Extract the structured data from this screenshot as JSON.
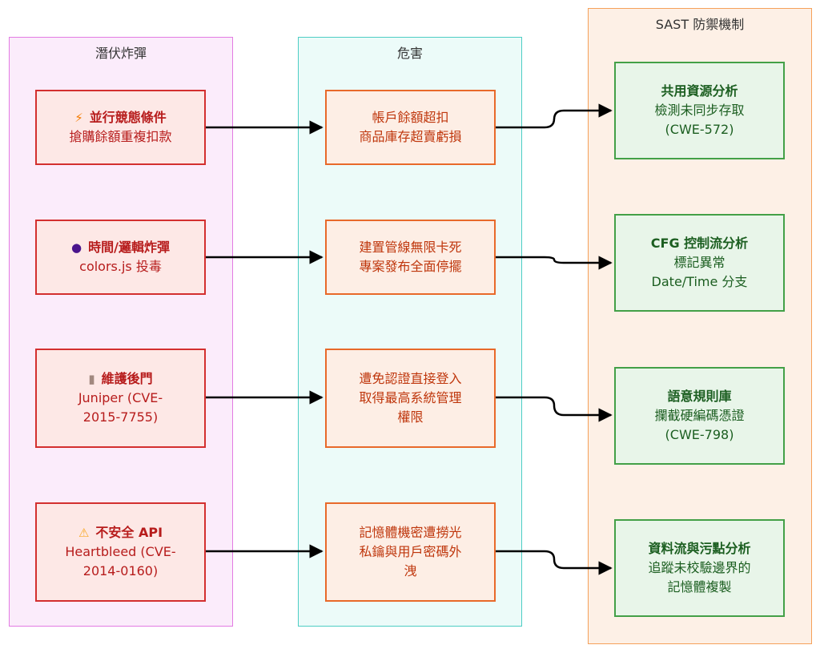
{
  "lanes": {
    "threats": "潛伏炸彈",
    "harm": "危害",
    "sast": "SAST 防禦機制"
  },
  "threats": [
    {
      "icon": "lightning-icon",
      "glyph": "⚡",
      "title": "並行競態條件",
      "lines": [
        "搶購餘額重複扣款"
      ]
    },
    {
      "icon": "bomb-icon",
      "glyph": "●",
      "title": "時間/邏輯炸彈",
      "lines": [
        "colors.js 投毒"
      ]
    },
    {
      "icon": "door-icon",
      "glyph": "▮",
      "title": "維護後門",
      "lines": [
        "Juniper (CVE-",
        "2015-7755)"
      ]
    },
    {
      "icon": "warning-icon",
      "glyph": "⚠",
      "title": "不安全 API",
      "lines": [
        "Heartbleed (CVE-",
        "2014-0160)"
      ]
    }
  ],
  "harms": [
    {
      "lines": [
        "帳戶餘額超扣",
        "商品庫存超賣虧損"
      ]
    },
    {
      "lines": [
        "建置管線無限卡死",
        "專案發布全面停擺"
      ]
    },
    {
      "lines": [
        "遭免認證直接登入",
        "取得最高系統管理",
        "權限"
      ]
    },
    {
      "lines": [
        "記憶體機密遭撈光",
        "私鑰與用戶密碼外",
        "洩"
      ]
    }
  ],
  "defenses": [
    {
      "title": "共用資源分析",
      "lines": [
        "檢測未同步存取",
        "(CWE-572)"
      ]
    },
    {
      "title": "CFG 控制流分析",
      "lines": [
        "標記異常",
        "Date/Time 分支"
      ]
    },
    {
      "title": "語意規則庫",
      "lines": [
        "攔截硬編碼憑證",
        "(CWE-798)"
      ]
    },
    {
      "title": "資料流與污點分析",
      "lines": [
        "追蹤未校驗邊界的",
        "記憶體複製"
      ]
    }
  ],
  "colors": {
    "threat_border": "#d32f2f",
    "harm_border": "#e8692a",
    "sast_border": "#43a047",
    "arrow": "#000000"
  }
}
